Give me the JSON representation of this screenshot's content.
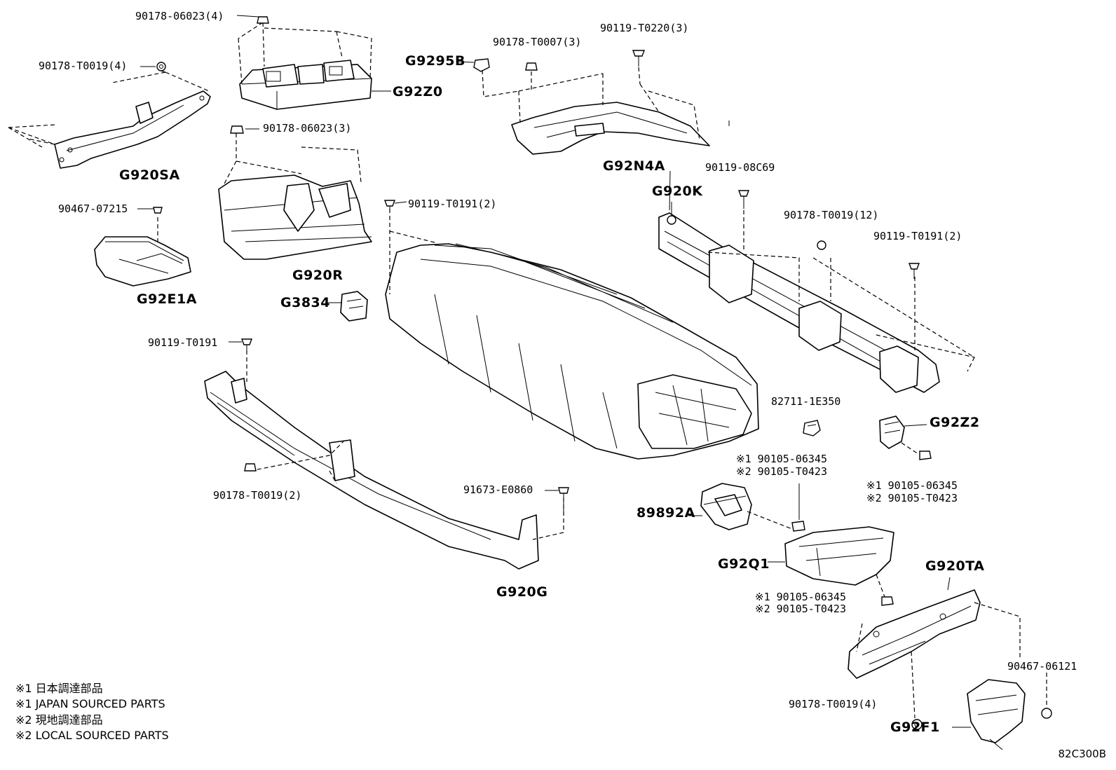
{
  "labels": {
    "p_90178_06023_4": "90178-06023(4)",
    "p_90178_T0019_4_top": "90178-T0019(4)",
    "p_G92Z0": "G92Z0",
    "p_G920SA": "G920SA",
    "p_90178_06023_3": "90178-06023(3)",
    "p_G9295B": "G9295B",
    "p_90178_T0007_3": "90178-T0007(3)",
    "p_90119_T0220_3": "90119-T0220(3)",
    "p_G92N4A": "G92N4A",
    "p_90119_08C69": "90119-08C69",
    "p_G920K": "G920K",
    "p_90467_07215": "90467-07215",
    "p_90119_T0191_2_mid": "90119-T0191(2)",
    "p_90178_T0019_12": "90178-T0019(12)",
    "p_90119_T0191_2_right": "90119-T0191(2)",
    "p_G92E1A": "G92E1A",
    "p_G920R": "G920R",
    "p_G3834": "G3834",
    "p_90119_T0191": "90119-T0191",
    "p_82711_1E350": "82711-1E350",
    "p_G92Z2": "G92Z2",
    "p_n1_90105_06345_a": "※1 90105-06345",
    "p_n2_90105_T0423_a": "※2 90105-T0423",
    "p_n1_90105_06345_b": "※1 90105-06345",
    "p_n2_90105_T0423_b": "※2 90105-T0423",
    "p_90178_T0019_2": "90178-T0019(2)",
    "p_91673_E0860": "91673-E0860",
    "p_89892A": "89892A",
    "p_G92Q1": "G92Q1",
    "p_G920TA": "G920TA",
    "p_n1_90105_06345_c": "※1 90105-06345",
    "p_n2_90105_T0423_c": "※2 90105-T0423",
    "p_G920G": "G920G",
    "p_90467_06121": "90467-06121",
    "p_90178_T0019_4_bot": "90178-T0019(4)",
    "p_G92F1": "G92F1"
  },
  "notes": [
    "※1 日本調達部品",
    "※1 JAPAN SOURCED PARTS",
    "※2 現地調達部品",
    "※2 LOCAL SOURCED PARTS"
  ],
  "illustration_code": "82C300B"
}
